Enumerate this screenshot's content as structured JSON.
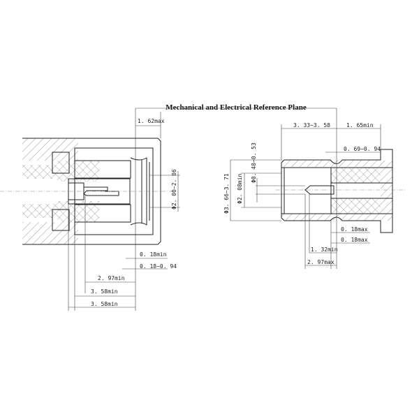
{
  "title": "Mechanical and Electrical Reference Plane",
  "left_connector": {
    "dims": {
      "d1": "1. 62max",
      "d2": "Φ2. 00~2. 06",
      "d3": "0. 18min",
      "d4": "0. 18~0. 94",
      "d5": "2. 97min",
      "d6": "3. 58min",
      "d7": "3. 58min"
    }
  },
  "right_connector": {
    "dims": {
      "d1": "3. 33~3. 58",
      "d2": "1. 65min",
      "d3": "0. 69~0. 94",
      "d4": "Φ0. 48~0. 53",
      "d5": "Φ2. 08min",
      "d6": "Φ3. 66~3. 71",
      "d7": "0. 18max",
      "d8": "0. 18max",
      "d9": "1. 32min",
      "d10": "2. 97max"
    }
  }
}
